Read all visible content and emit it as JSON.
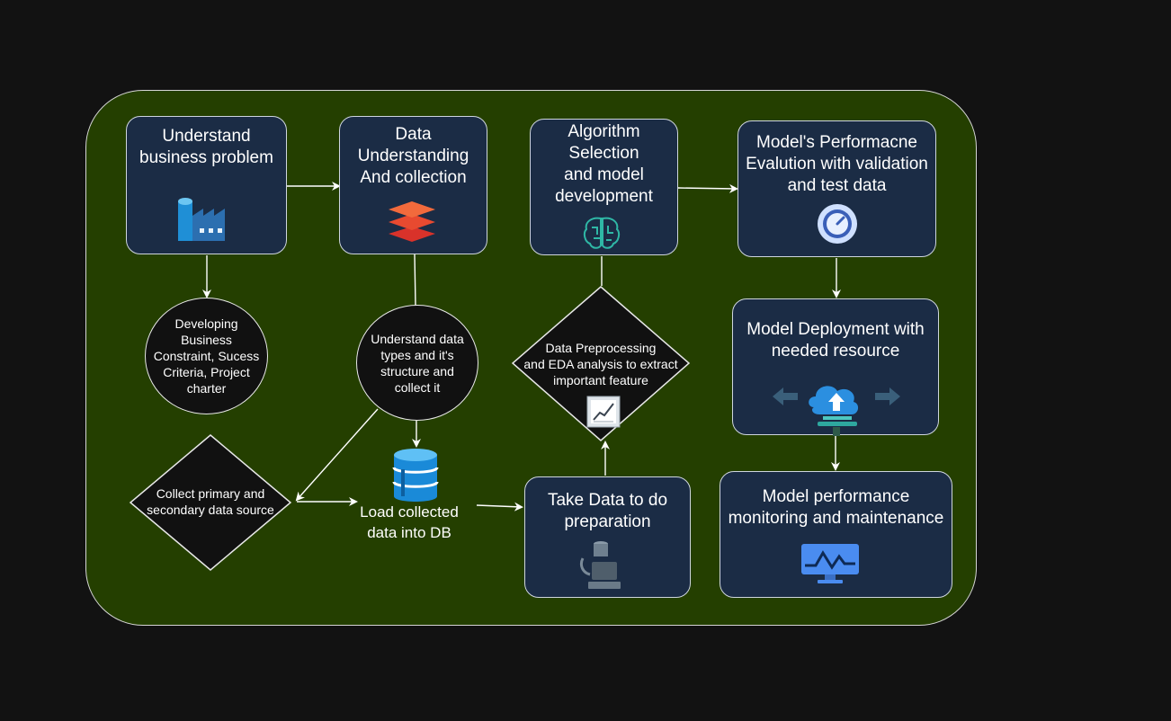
{
  "nodes": {
    "understand_business": "Understand\nbusiness problem",
    "data_understanding": "Data\nUnderstanding\nAnd collection",
    "algorithm_selection": "Algorithm\nSelection\nand model\ndevelopment",
    "model_evaluation": "Model's Performacne\nEvalution with validation\nand test data",
    "developing_constraint": "Developing\nBusiness\nConstraint, Sucess\nCriteria, Project\ncharter",
    "understand_types": "Understand data\ntypes and it's\nstructure and\ncollect it",
    "preprocessing": "Data Preprocessing\nand EDA analysis to extract\nimportant feature",
    "model_deployment": "Model Deployment with\nneeded resource",
    "collect_sources": "Collect primary and\nsecondary data source",
    "load_db": "Load collected\ndata into DB",
    "take_data": "Take Data to do\npreparation",
    "monitoring": "Model performance\nmonitoring and maintenance"
  },
  "icons": {
    "understand_business": "factory-icon",
    "data_understanding": "layers-stack-icon",
    "algorithm_selection": "brain-circuit-icon",
    "model_evaluation": "gauge-icon",
    "preprocessing": "chart-trend-icon",
    "model_deployment": "cloud-upload-icon",
    "load_db": "database-icon",
    "take_data": "data-transfer-icon",
    "monitoring": "monitor-pulse-icon"
  },
  "colors": {
    "background": "#121212",
    "container": "#243f00",
    "box_fill": "#1b2c45",
    "node_dark": "#111111",
    "stroke": "#ffffff"
  }
}
